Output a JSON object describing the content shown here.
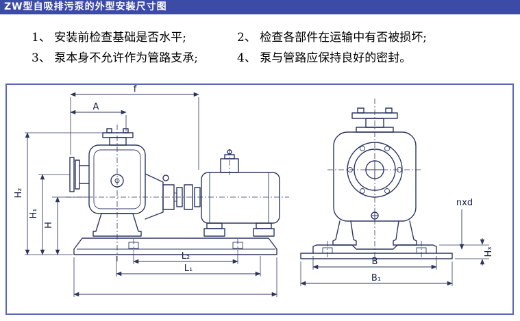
{
  "header": {
    "title": "ZW型自吸排污泵的外型安装尺寸图"
  },
  "notes": {
    "items": [
      "1、 安装前检查基础是否水平;",
      "2、 检查各部件在运输中有否被损坏;",
      "3、 泵本身不允许作为管路支承;",
      "4、 泵与管路应保持良好的密封。"
    ]
  },
  "diagram": {
    "labels": {
      "f": "f",
      "A": "A",
      "H2": "H₂",
      "H1": "H₁",
      "H": "H",
      "L2": "L₂",
      "L1": "L₁",
      "B": "B",
      "B1": "B₁",
      "nxd": "nxd",
      "H3": "H₃"
    }
  },
  "colors": {
    "title_bar_bg": "#3c4ba6",
    "drawing_line": "#2b3560",
    "border": "#5868b8"
  }
}
